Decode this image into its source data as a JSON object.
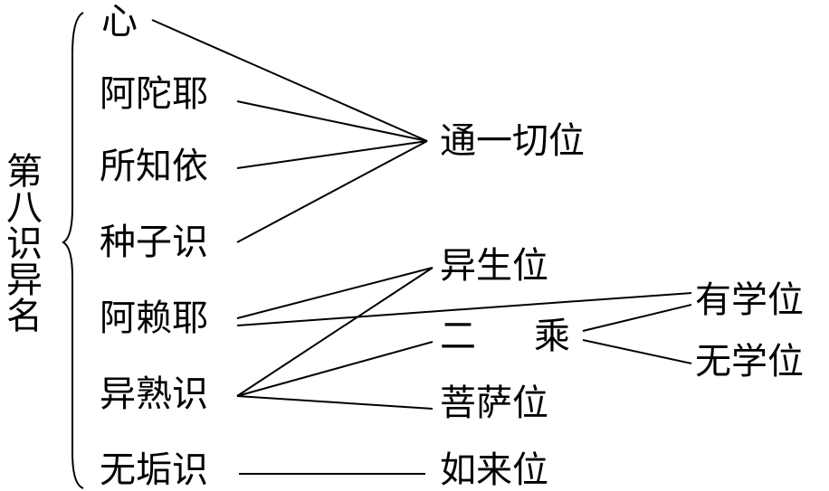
{
  "title": "第八识异名",
  "names": {
    "xin": "心",
    "atuoye": "阿陀耶",
    "suozhiyi": "所知依",
    "zhongzishi": "种子识",
    "alaiye": "阿赖耶",
    "yishushi": "异熟识",
    "wugoushi": "无垢识"
  },
  "positions": {
    "tongyiqie": "通一切位",
    "yisheng": "异生位",
    "ercheng_a": "二",
    "ercheng_b": "乘",
    "pusa": "菩萨位",
    "rulai": "如来位"
  },
  "subpositions": {
    "youxue": "有学位",
    "wuxue": "无学位"
  }
}
